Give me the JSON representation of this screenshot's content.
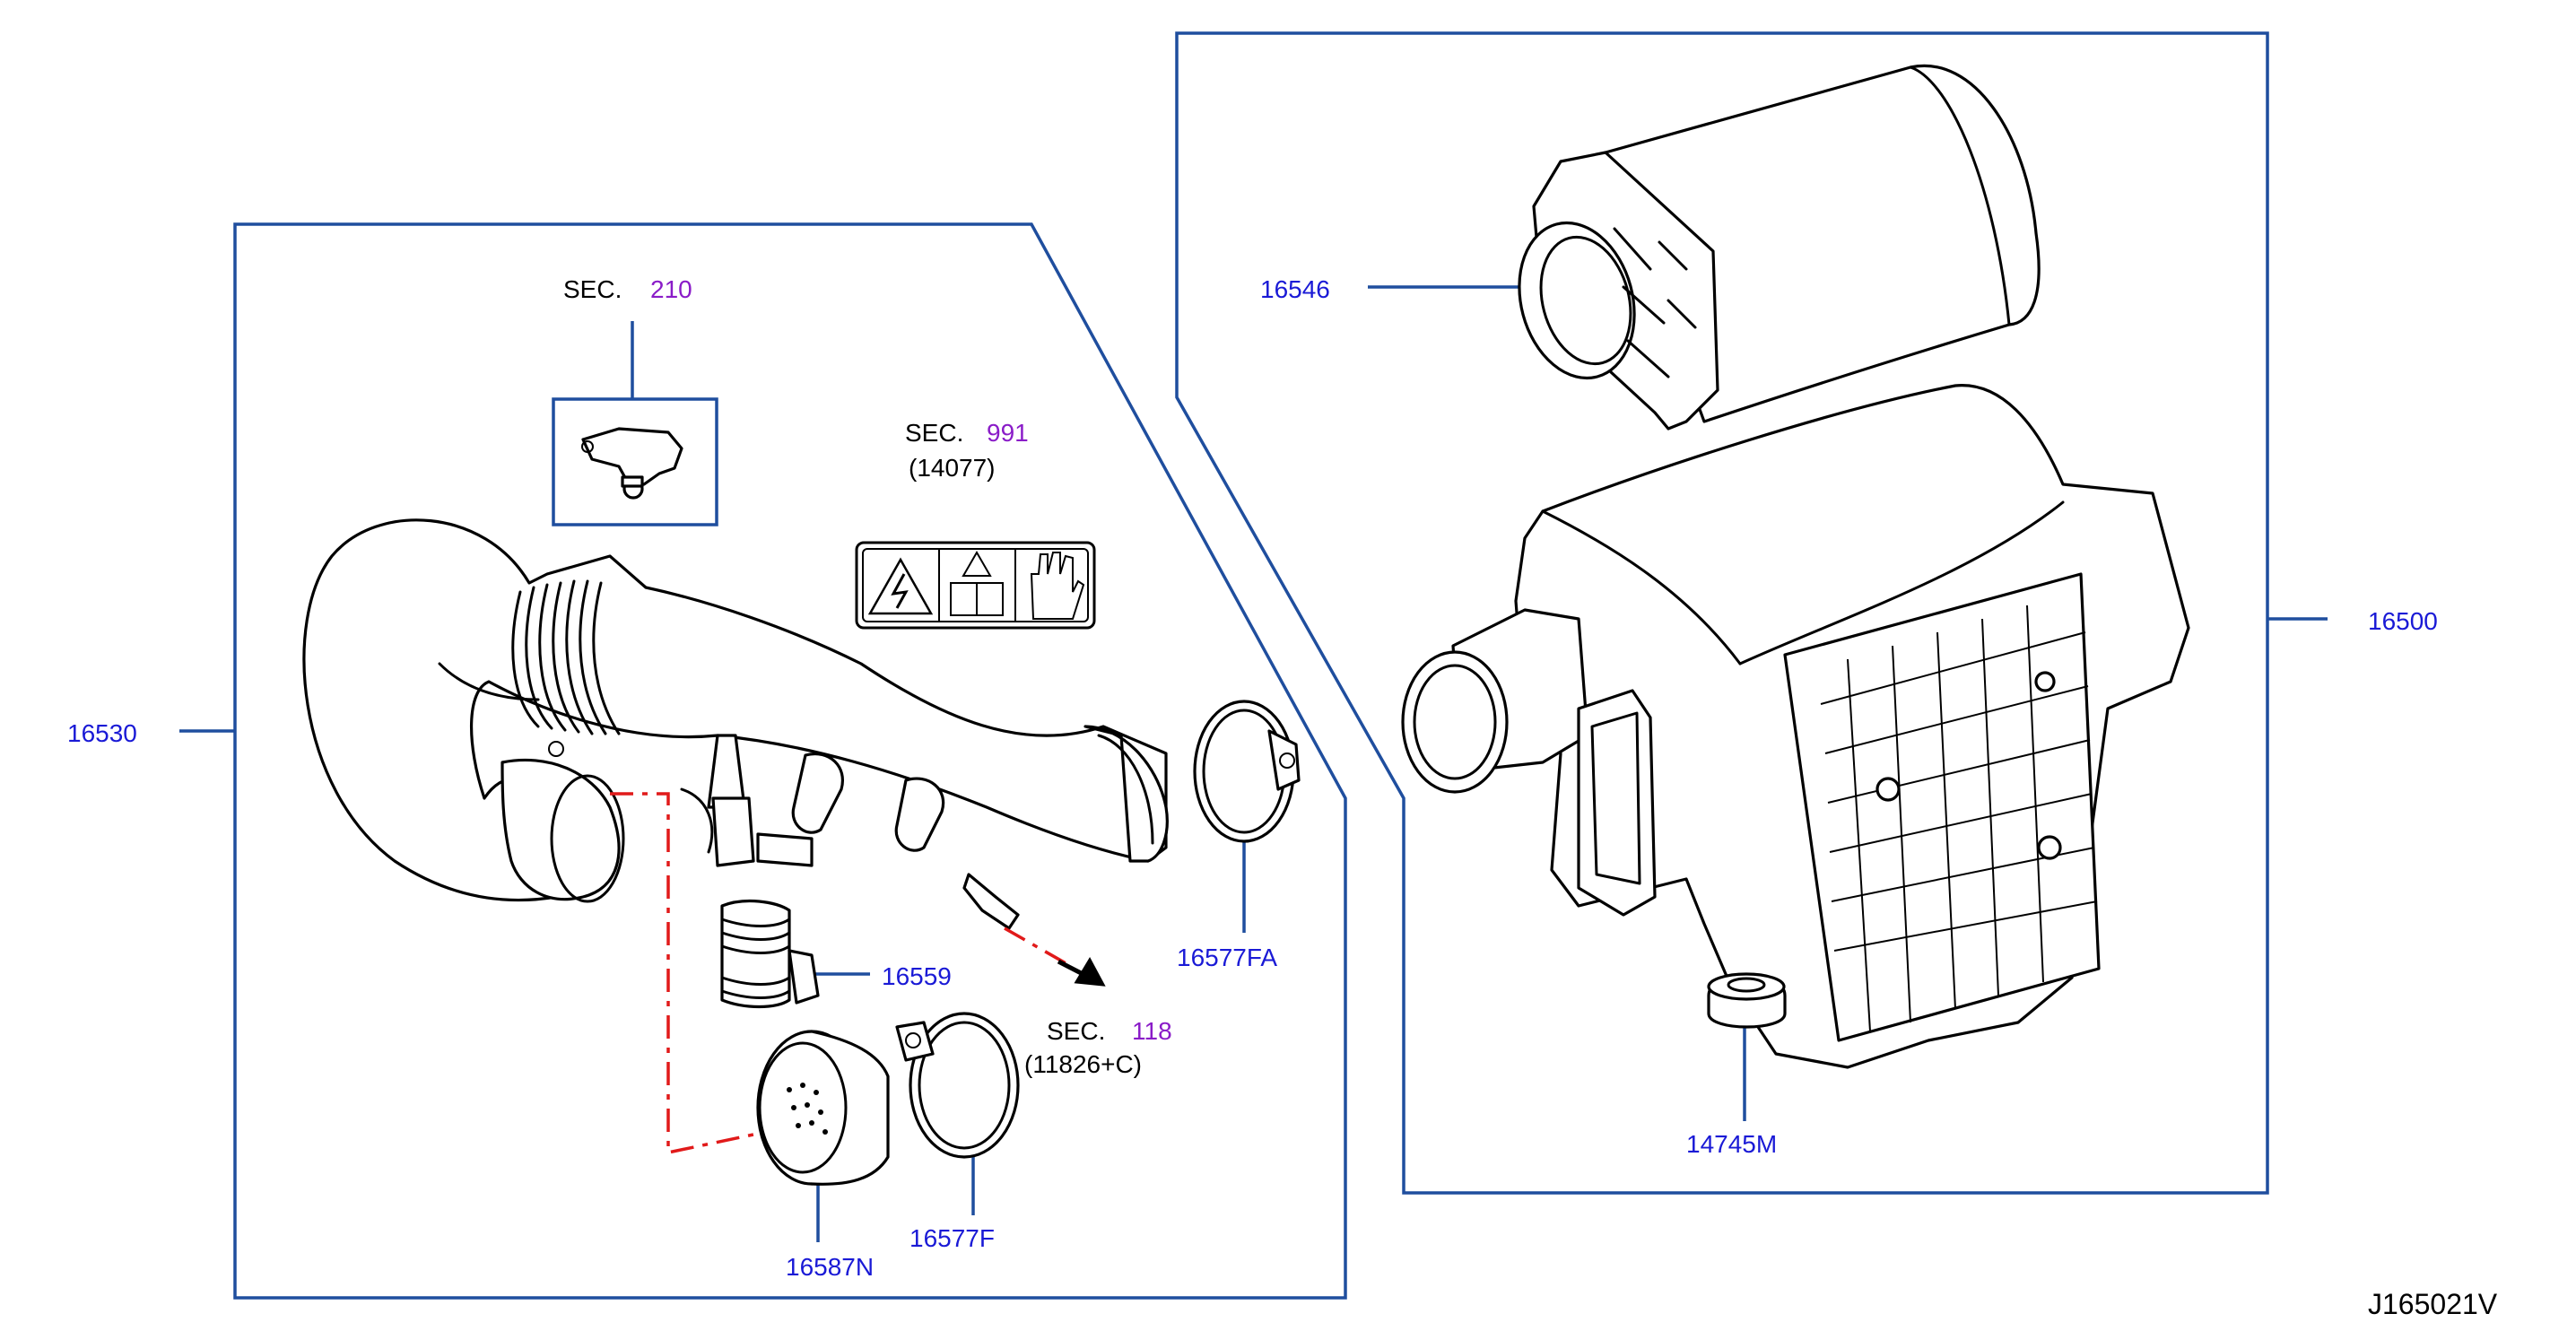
{
  "diagram_code": "J165021V",
  "callouts": {
    "p16530": "16530",
    "p16559": "16559",
    "p16577FA": "16577FA",
    "p16577F": "16577F",
    "p16587N": "16587N",
    "p16546": "16546",
    "p16500": "16500",
    "p14745M": "14745M"
  },
  "sections": {
    "sec210": {
      "prefix": "SEC.",
      "number": "210"
    },
    "sec991": {
      "prefix": "SEC.",
      "number": "991",
      "sub": "(14077)"
    },
    "sec118": {
      "prefix": "SEC.",
      "number": "118",
      "sub": "(11826+C)"
    }
  },
  "colors": {
    "part_number": "#1a1ad6",
    "section_number": "#8a1cc8",
    "frame": "#1f4e9e",
    "dash_line": "#e11a1a"
  }
}
